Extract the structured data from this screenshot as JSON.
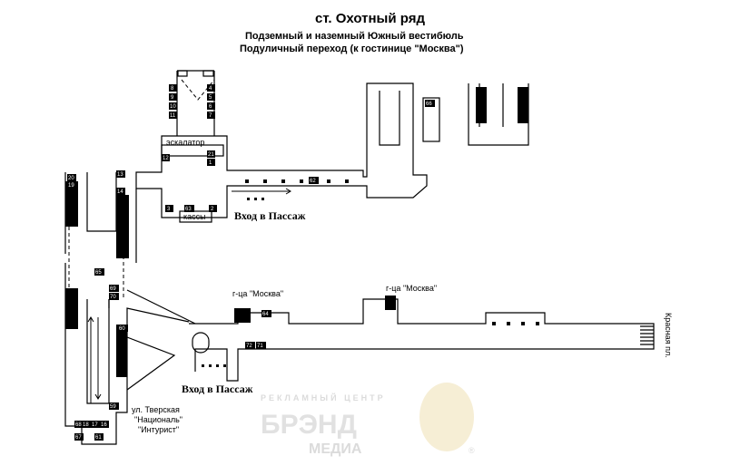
{
  "header": {
    "title": "ст. Охотный ряд",
    "subtitle1": "Подземный и наземный Южный вестибюль",
    "subtitle2": "Подуличный переход (к гостинице \"Москва\")"
  },
  "labels": {
    "escalator": "эскалатор",
    "ticket_office": "кассы",
    "passage_entrance_top": "Вход в Пассаж",
    "passage_entrance_bottom": "Вход в Пассаж",
    "hotel_moscow_1": "г-ца \"Москва\"",
    "hotel_moscow_2": "г-ца \"Москва\"",
    "red_square": "Красная пл.",
    "street_line1": "ул. Тверская",
    "street_line2": "\"Националь\"",
    "street_line3": "\"Интурист\""
  },
  "markers": {
    "m1": "1",
    "m2": "2",
    "m3": "3",
    "m4": "4",
    "m5": "5",
    "m6": "6",
    "m7": "7",
    "m8": "8",
    "m9": "9",
    "m10": "10",
    "m11": "11",
    "m12": "12",
    "m13": "13",
    "m14": "14",
    "m16": "16",
    "m17": "17",
    "m18": "18",
    "m19": "19",
    "m20": "20",
    "m21": "21",
    "m59": "59",
    "m60": "60",
    "m61": "61",
    "m62": "62",
    "m63": "63",
    "m64": "64",
    "m65": "65",
    "m66": "66",
    "m67": "67",
    "m68": "68",
    "m69": "69",
    "m70": "70",
    "m71": "71",
    "m72": "72"
  },
  "watermark": {
    "line1": "РЕКЛАМНЫЙ ЦЕНТР",
    "line2": "БРЭНД",
    "line3": "МЕДИА",
    "registered": "®"
  }
}
